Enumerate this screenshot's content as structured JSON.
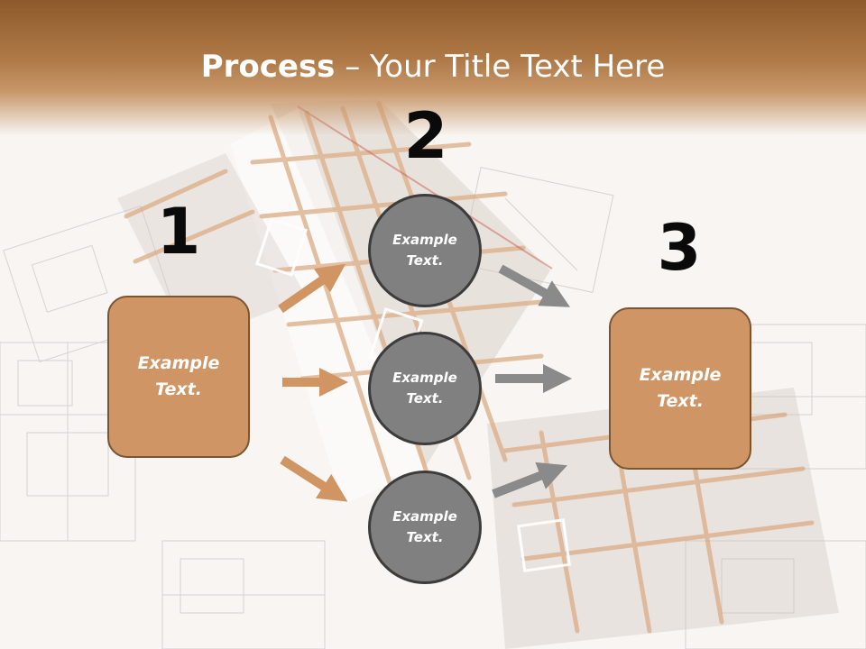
{
  "title": {
    "bold": "Process",
    "rest": " – Your Title Text Here"
  },
  "steps": [
    {
      "number": "1"
    },
    {
      "number": "2"
    },
    {
      "number": "3"
    }
  ],
  "boxes": {
    "left": "Example\nText.",
    "right": "Example\nText."
  },
  "circles": [
    {
      "label": "Example\nText."
    },
    {
      "label": "Example\nText."
    },
    {
      "label": "Example\nText."
    }
  ],
  "colors": {
    "header": "#a06b3a",
    "box_fill": "#cf9565",
    "box_border": "#7a5532",
    "circle_fill": "#808080",
    "circle_border": "#3c3c3c",
    "arrow_orange": "#d09562",
    "arrow_gray": "#8a8a8a"
  }
}
